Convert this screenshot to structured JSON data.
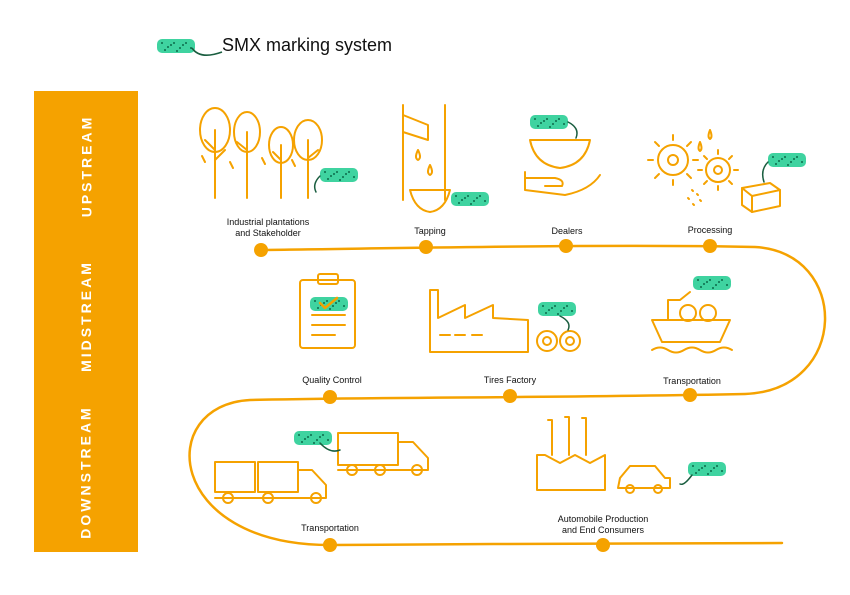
{
  "legend": {
    "label": "SMX marking system"
  },
  "stages": [
    {
      "label": "UPSTREAM"
    },
    {
      "label": "MIDSTREAM"
    },
    {
      "label": "DOWNSTREAM"
    }
  ],
  "steps": {
    "industrial_plantations": "Industrial plantations\nand Stakeholder",
    "tapping": "Tapping",
    "dealers": "Dealers",
    "processing": "Processing",
    "quality_control": "Quality Control",
    "tires_factory": "Tires Factory",
    "transportation_ship": "Transportation",
    "transportation_truck": "Transportation",
    "automobile": "Automobile Production\nand End Consumers"
  },
  "colors": {
    "orange": "#f5a200",
    "marker_green": "#3fd3a0",
    "marker_dots": "#0d6b4a",
    "tag_line": "#1a5e40"
  },
  "icons": [
    "trees-icon",
    "tapping-icon",
    "hand-bowl-icon",
    "gears-icon",
    "box-icon",
    "clipboard-icon",
    "factory-icon",
    "tires-icon",
    "ship-icon",
    "truck-icon",
    "car-icon",
    "smx-marker-icon"
  ]
}
